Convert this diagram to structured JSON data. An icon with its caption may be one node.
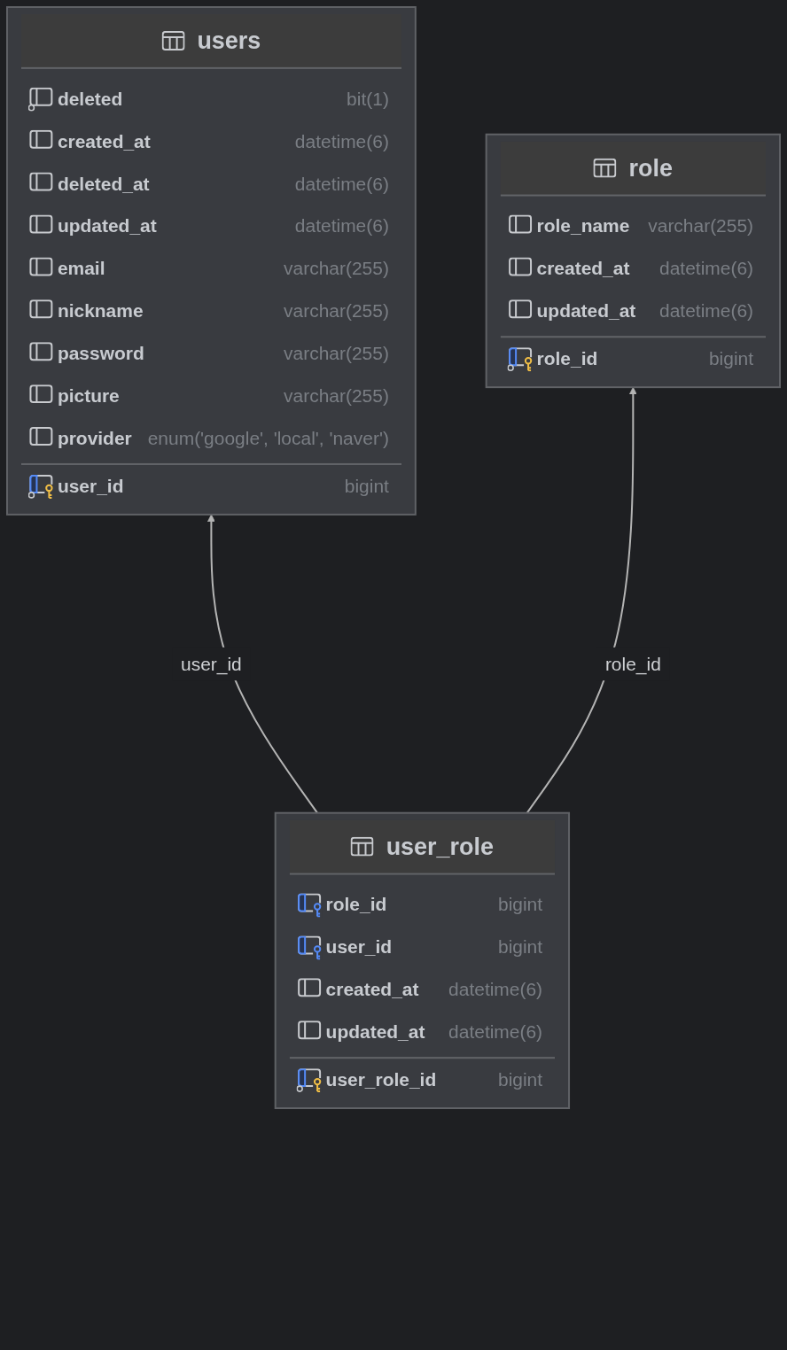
{
  "diagram": {
    "nodes": [
      {
        "text": [
          "users",
          "deleted",
          "bit(1)",
          "created_at",
          "datetime(6)",
          "deleted_at",
          "datetime(6)",
          "updated_at",
          "datetime(6)",
          "email",
          "varchar(255)",
          "nickname",
          "varchar(255)",
          "password",
          "varchar(255)",
          "picture",
          "varchar(255)",
          "provider",
          "enum('google', 'local', 'naver')",
          "user_id",
          "bigint"
        ]
      },
      {
        "text": [
          "role",
          "role_name",
          "varchar(255)",
          "created_at",
          "datetime(6)",
          "updated_at",
          "datetime(6)",
          "role_id",
          "bigint"
        ]
      },
      {
        "text": [
          "user_role",
          "role_id",
          "bigint",
          "user_id",
          "bigint",
          "created_at",
          "datetime(6)",
          "updated_at",
          "datetime(6)",
          "user_role_id",
          "bigint"
        ]
      }
    ],
    "edges": [
      {
        "from": 2,
        "to": 0,
        "arrow": "to",
        "label": "user_id"
      },
      {
        "from": 2,
        "to": 1,
        "arrow": "to",
        "label": "role_id"
      }
    ]
  }
}
